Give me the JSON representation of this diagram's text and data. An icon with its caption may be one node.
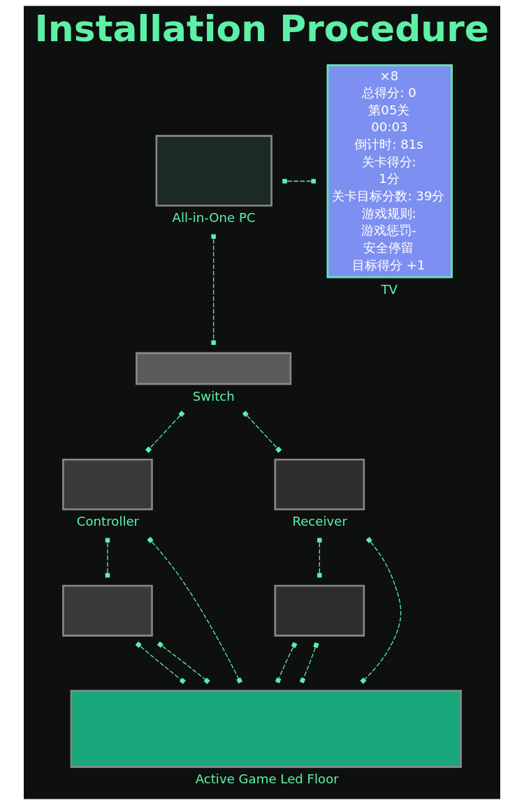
{
  "diagram": {
    "title": "Installation Procedure",
    "nodes": [
      {
        "text": [],
        "shape": "box",
        "beside": [
          "All-in-One PC"
        ]
      },
      {
        "text": [
          "×8",
          "总得分: 0",
          "第05关",
          "00:03",
          "倒计时: 81s",
          "关卡得分:",
          "1分",
          "关卡目标分数: 39分",
          "游戏规则:",
          "游戏惩罚-",
          "安全停留",
          "目标得分 +1"
        ],
        "beside": [
          "TV"
        ]
      },
      {
        "text": [],
        "shape": "box",
        "beside": [
          "Switch"
        ]
      },
      {
        "text": [],
        "shape": "box",
        "beside": [
          "Controller"
        ]
      },
      {
        "text": [],
        "shape": "box",
        "beside": [
          "Receiver"
        ]
      },
      {
        "text": [],
        "shape": "box"
      },
      {
        "text": [],
        "shape": "box"
      },
      {
        "text": [],
        "shape": "box",
        "beside": [
          "Active Game Led Floor"
        ]
      }
    ],
    "edges": [
      {
        "from": 0,
        "to": 1,
        "arrow": "other",
        "style": "dashed"
      },
      {
        "from": 0,
        "to": 2,
        "arrow": "other",
        "style": "dashed"
      },
      {
        "from": 2,
        "to": 3,
        "arrow": "other",
        "style": "dashed"
      },
      {
        "from": 2,
        "to": 4,
        "arrow": "other",
        "style": "dashed"
      },
      {
        "from": 3,
        "to": 5,
        "arrow": "other",
        "style": "dashed"
      },
      {
        "from": 3,
        "to": 7,
        "arrow": "other",
        "style": "dashed"
      },
      {
        "from": 4,
        "to": 7,
        "arrow": "other",
        "style": "dashed"
      },
      {
        "from": 4,
        "to": 6,
        "arrow": "other",
        "style": "dashed"
      },
      {
        "from": 5,
        "to": 7,
        "arrow": "other",
        "style": "dashed"
      },
      {
        "from": 5,
        "to": 7,
        "arrow": "other",
        "style": "dashed"
      },
      {
        "from": 6,
        "to": 7,
        "arrow": "other",
        "style": "dashed"
      },
      {
        "from": 6,
        "to": 7,
        "arrow": "other",
        "style": "dashed"
      }
    ]
  }
}
